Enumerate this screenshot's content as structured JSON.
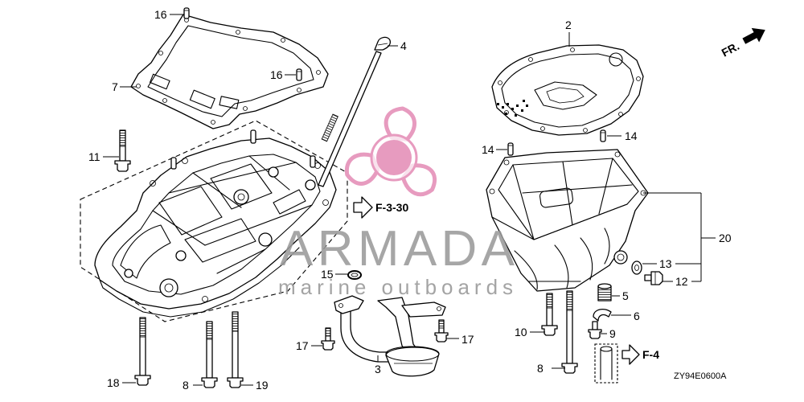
{
  "diagram": {
    "callouts": [
      {
        "text": "16"
      },
      {
        "text": "7"
      },
      {
        "text": "16"
      },
      {
        "text": "4"
      },
      {
        "text": "11"
      },
      {
        "text": "2"
      },
      {
        "text": "14"
      },
      {
        "text": "14"
      },
      {
        "text": "20"
      },
      {
        "text": "13"
      },
      {
        "text": "12"
      },
      {
        "text": "15"
      },
      {
        "text": "5"
      },
      {
        "text": "6"
      },
      {
        "text": "10"
      },
      {
        "text": "9"
      },
      {
        "text": "17"
      },
      {
        "text": "17"
      },
      {
        "text": "3"
      },
      {
        "text": "8"
      },
      {
        "text": "18"
      },
      {
        "text": "8"
      },
      {
        "text": "19"
      }
    ],
    "references": [
      {
        "text": "F-3-30"
      },
      {
        "text": "F-4"
      }
    ],
    "direction_label": "FR.",
    "figure_code": "ZY94E0600A"
  },
  "watermark": {
    "brand": "ARMADA",
    "tagline": "marine outboards",
    "logo_icon": "propeller-icon",
    "colors": {
      "logo": "#e79bbf",
      "text": "#9a9a9a"
    }
  },
  "colors": {
    "line": "#000000",
    "background": "#ffffff"
  }
}
